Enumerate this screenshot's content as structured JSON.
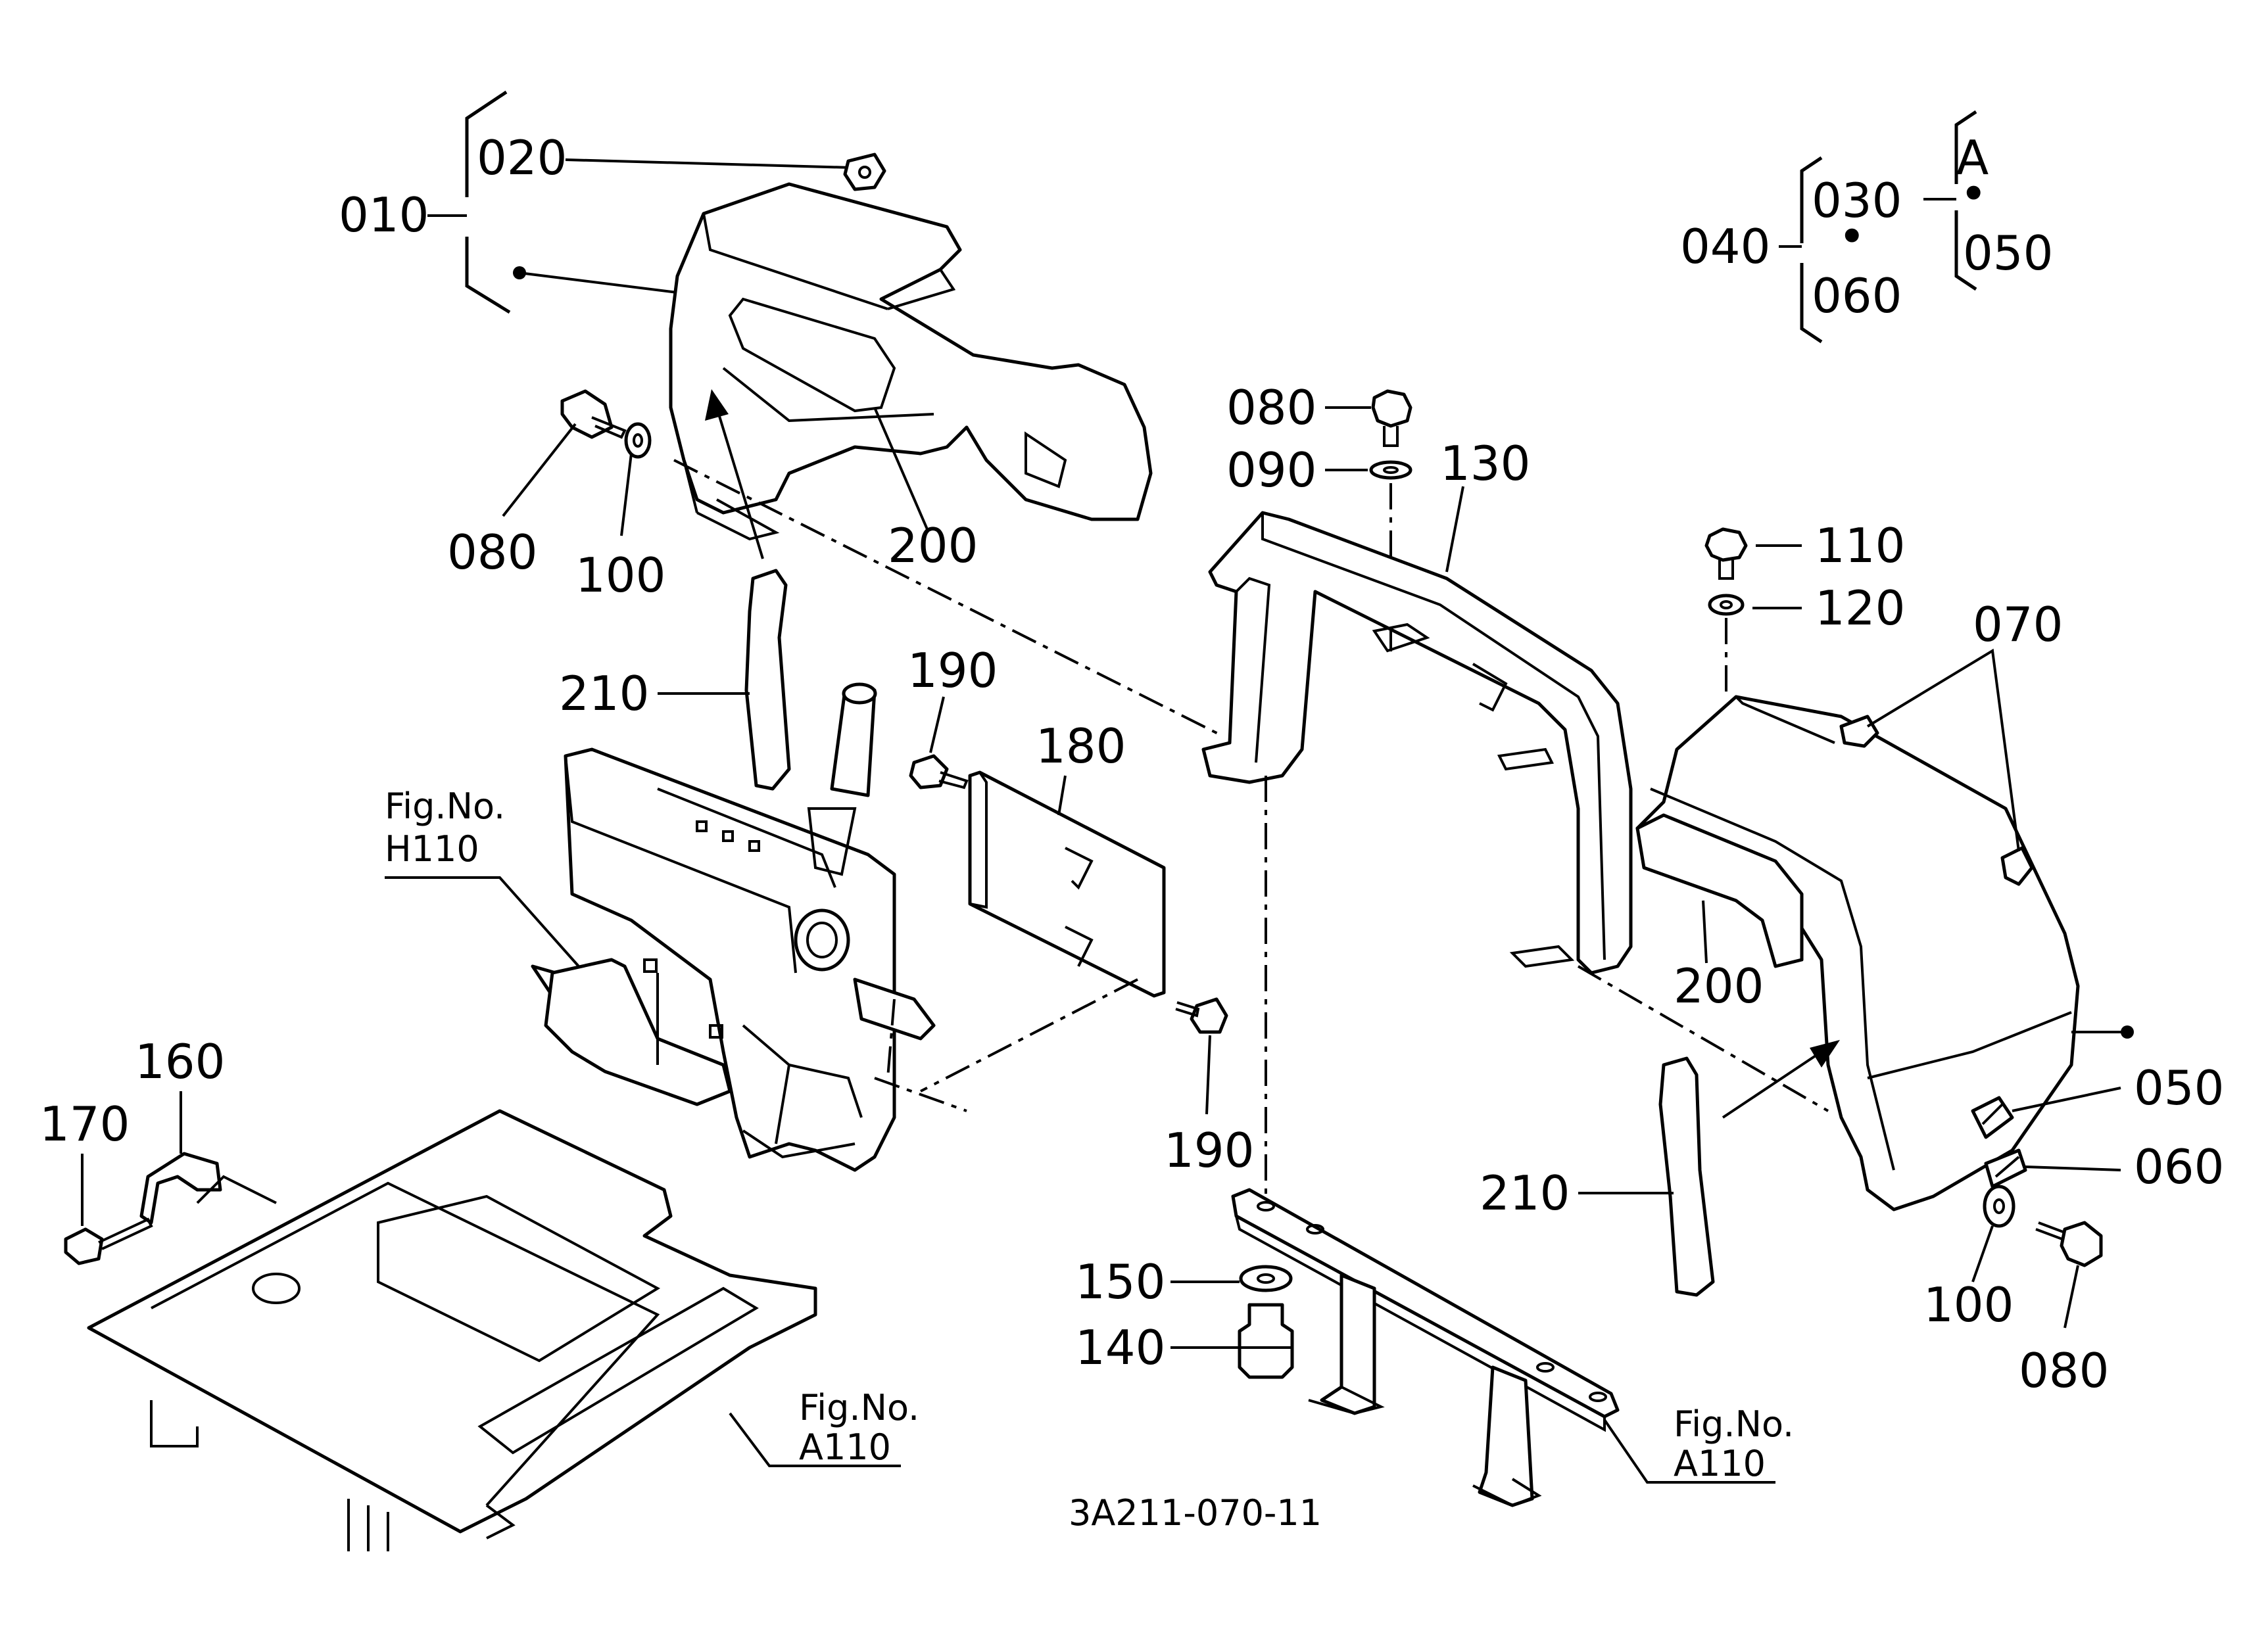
{
  "drawing_code": "3A211-070-11",
  "labels": {
    "p010": "010",
    "p020": "020",
    "p030": "030",
    "p040": "040",
    "p050a": "050",
    "p050b": "050",
    "p060a": "060",
    "p060b": "060",
    "p070": "070",
    "p080a": "080",
    "p080b": "080",
    "p080c": "080",
    "p090": "090",
    "p100a": "100",
    "p100b": "100",
    "p110": "110",
    "p120": "120",
    "p130": "130",
    "p140": "140",
    "p150": "150",
    "p160": "160",
    "p170": "170",
    "p180": "180",
    "p190a": "190",
    "p190b": "190",
    "p200a": "200",
    "p200b": "200",
    "p210a": "210",
    "p210b": "210",
    "setA": "A",
    "dot": "•"
  },
  "fig_refs": [
    {
      "title": "Fig.No.",
      "number": "H110"
    },
    {
      "title": "Fig.No.",
      "number": "A110"
    },
    {
      "title": "Fig.No.",
      "number": "A110"
    }
  ]
}
